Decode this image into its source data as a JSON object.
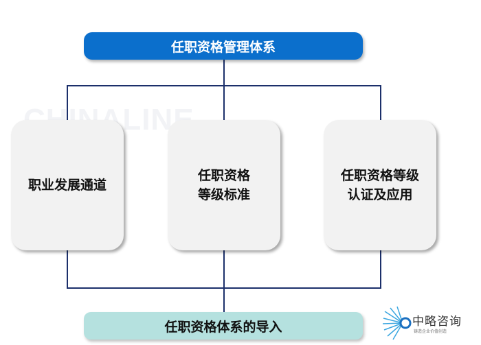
{
  "top_title": "任职资格管理体系",
  "boxes": [
    {
      "label": "职业发展通道"
    },
    {
      "label": "任职资格\n等级标准"
    },
    {
      "label": "任职资格等级\n认证及应用"
    }
  ],
  "bottom_title": "任职资格体系的导入",
  "watermark": "CHINALINE",
  "logo": {
    "name": "中略咨询",
    "tagline": "铸造企业价值创造"
  },
  "colors": {
    "top_bar": "#0b6fcc",
    "bottom_bar": "#b5e1df",
    "lines": "#1b2f6a",
    "box": "#f2f2f2"
  }
}
